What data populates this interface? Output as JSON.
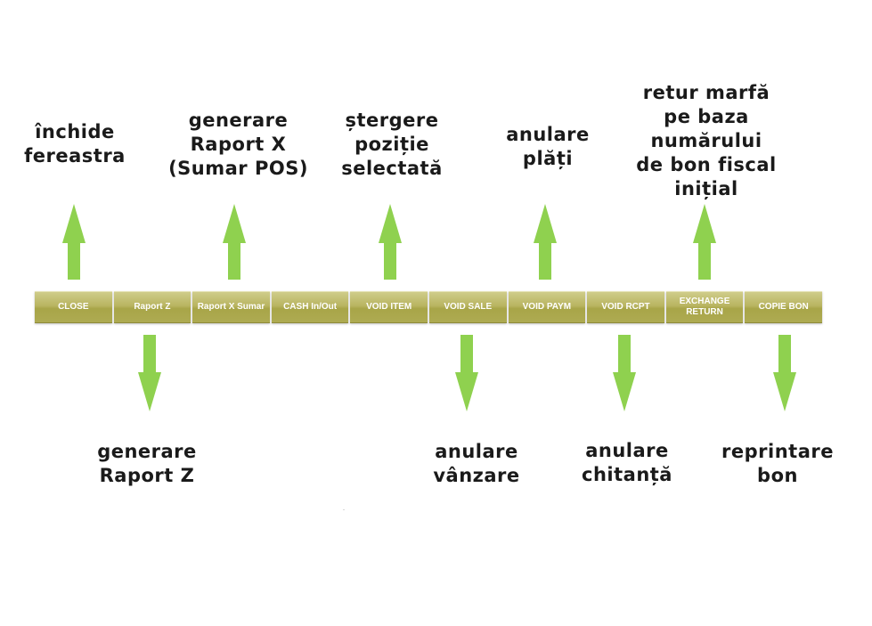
{
  "toolbar": {
    "buttons": [
      {
        "label": "CLOSE"
      },
      {
        "label": "Raport Z"
      },
      {
        "label": "Raport X Sumar"
      },
      {
        "label": "CASH In/Out"
      },
      {
        "label": "VOID ITEM"
      },
      {
        "label": "VOID SALE"
      },
      {
        "label": "VOID PAYM"
      },
      {
        "label": "VOID RCPT"
      },
      {
        "label": "EXCHANGE\nRETURN"
      },
      {
        "label": "COPIE BON"
      }
    ]
  },
  "annotations": {
    "top": [
      {
        "text": "închide\nfereastra"
      },
      {
        "text": "generare\nRaport X\n(Sumar POS)"
      },
      {
        "text": "ștergere\npoziție\nselectată"
      },
      {
        "text": "anulare\nplăți"
      },
      {
        "text": "retur marfă\npe baza\nnumărului\nde bon fiscal\ninițial"
      }
    ],
    "bottom": [
      {
        "text": "generare\nRaport Z"
      },
      {
        "text": "anulare\nvânzare"
      },
      {
        "text": "anulare\nchitanță"
      },
      {
        "text": "reprintare\nbon"
      }
    ]
  },
  "colors": {
    "arrow": "#8fd14f",
    "button": "#b4b05a",
    "button_text": "#ffffff",
    "label_text": "#1a1a1a"
  }
}
